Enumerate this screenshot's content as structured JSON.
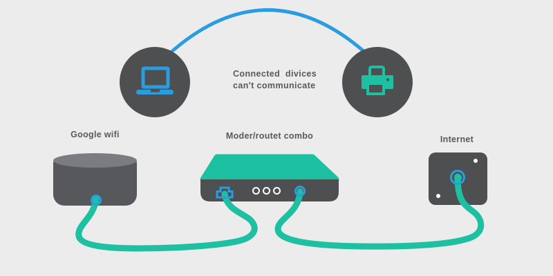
{
  "diagram": {
    "annotation_text": "Connected  divices\ncan't communicate",
    "labels": {
      "google_wifi": "Google wifi",
      "modem": "Moder/routet combo",
      "internet": "Internet"
    },
    "icons": {
      "laptop": "laptop-icon",
      "printer": "printer-icon",
      "ethernet_jack": "ethernet-port-icon",
      "indicator_lights": "led-ring-icon",
      "cable_ports": "round-port-icon"
    },
    "colors": {
      "bg": "#ececec",
      "device_gray": "#4e4f51",
      "cyl_body": "#57585b",
      "cyl_top": "#7b7c7f",
      "accent_blue": "#2a9de0",
      "accent_teal": "#1ec0a2",
      "text_gray": "#58595b"
    }
  }
}
